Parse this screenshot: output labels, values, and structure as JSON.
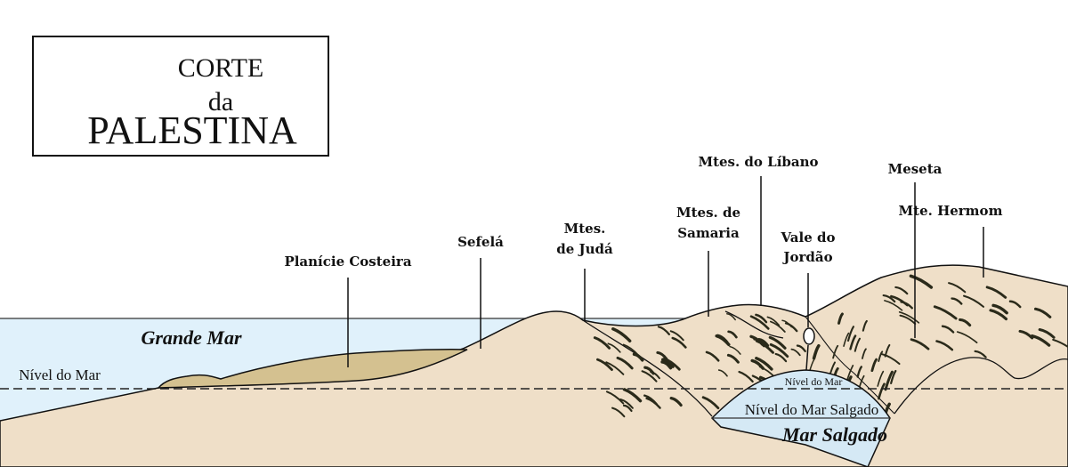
{
  "title": {
    "line1": "CORTE",
    "line2": "da",
    "line3": "PALESTINA"
  },
  "labels": {
    "coastal_plain": "Planície Costeira",
    "shephelah": "Sefelá",
    "judah_line1": "Mtes.",
    "judah_line2": "de Judá",
    "samaria_line1": "Mtes. de",
    "samaria_line2": "Samaria",
    "lebanon": "Mtes. do Líbano",
    "jordan_line1": "Vale do",
    "jordan_line2": "Jordão",
    "plateau": "Meseta",
    "hermon": "Mte. Hermom",
    "great_sea": "Grande Mar",
    "sea_level": "Nível do Mar",
    "sea_level_small": "Nível do Mar",
    "dead_sea_level": "Nível do Mar Salgado",
    "dead_sea": "Mar Salgado"
  },
  "colors": {
    "sea": "#e0f1fb",
    "land": "#efdfc8",
    "plain": "#d4c190",
    "dead_sea": "#d5e9f5",
    "hatch": "#2a2a1a"
  }
}
